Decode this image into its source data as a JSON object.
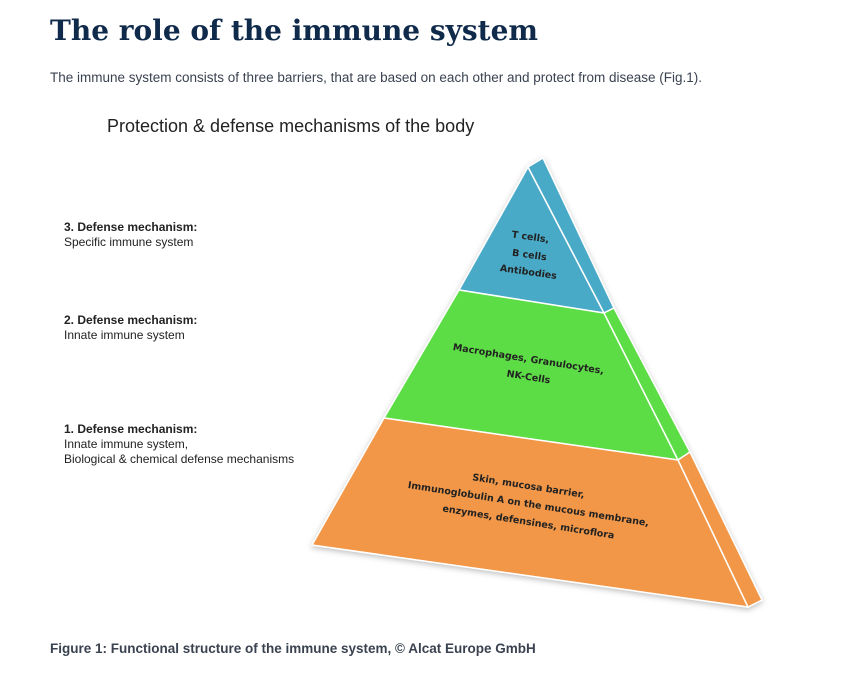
{
  "page": {
    "title": "The role of the immune system",
    "intro": "The immune system consists of three barriers, that are based on each other and protect from disease (Fig.1).",
    "caption": "Figure 1: Functional structure of the immune system, © Alcat Europe GmbH"
  },
  "diagram": {
    "title": "Protection  & defense mechanisms of the body",
    "levels": [
      {
        "heading": "3. Defense mechanism:",
        "description": "Specific immune system",
        "color": "#4aaac8",
        "contents": [
          "T cells,",
          "B cells",
          "Antibodies"
        ]
      },
      {
        "heading": "2. Defense mechanism:",
        "description": "Innate immune system",
        "color": "#5ddd45",
        "contents": [
          "Macrophages, Granulocytes,",
          "NK-Cells"
        ]
      },
      {
        "heading": "1. Defense mechanism:",
        "description": "Innate immune system,",
        "description2": "Biological & chemical defense mechanisms",
        "color": "#f29746",
        "contents": [
          "Skin, mucosa barrier,",
          "Immunoglobulin A on the mucous membrane,",
          "enzymes, defensines, microflora"
        ]
      }
    ]
  }
}
